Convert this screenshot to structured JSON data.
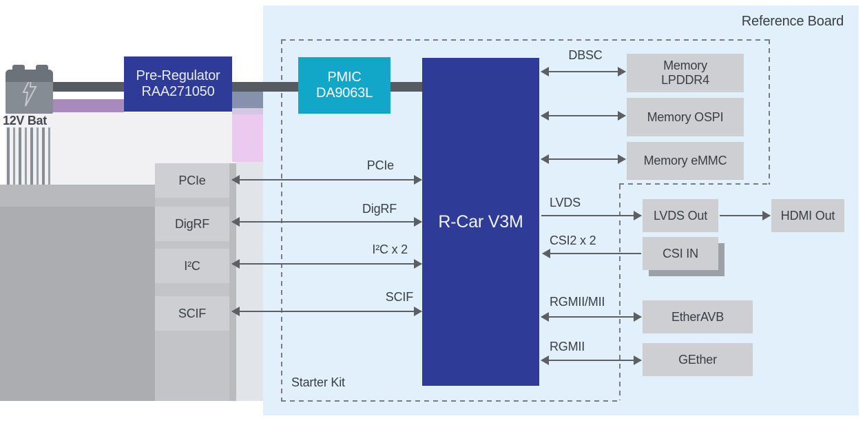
{
  "colors": {
    "board_bg": "#e1f0fb",
    "accent_blue": "#2e3c97",
    "accent_cyan": "#12a6c8",
    "block_gray": "#cdcfd2",
    "arrow_gray": "#5c6065",
    "dash_gray": "#797d83"
  },
  "board": {
    "label": "Reference Board"
  },
  "kit": {
    "label": "Starter Kit"
  },
  "battery": {
    "label": "12V Bat"
  },
  "pre_regulator": {
    "line1": "Pre-Regulator",
    "line2": "RAA271050"
  },
  "pmic": {
    "line1": "PMIC",
    "line2": "DA9063L"
  },
  "soc": {
    "label": "R-Car V3M"
  },
  "ports": {
    "pcie": {
      "block": "PCIe",
      "bus": "PCIe"
    },
    "digrf": {
      "block": "DigRF",
      "bus": "DigRF"
    },
    "i2c": {
      "block": "I²C",
      "bus": "I²C x 2"
    },
    "scif": {
      "block": "SCIF",
      "bus": "SCIF"
    }
  },
  "memory": {
    "bus": "DBSC",
    "lpddr4": "Memory\nLPDDR4",
    "ospi": "Memory OSPI",
    "emmc": "Memory eMMC"
  },
  "video": {
    "lvds_bus": "LVDS",
    "lvds_out": "LVDS Out",
    "hdmi_out": "HDMI Out",
    "csi_bus": "CSI2 x 2",
    "csi_in": "CSI IN"
  },
  "ethernet": {
    "avb_bus": "RGMII/MII",
    "avb": "EtherAVB",
    "geth_bus": "RGMII",
    "geth": "GEther"
  }
}
